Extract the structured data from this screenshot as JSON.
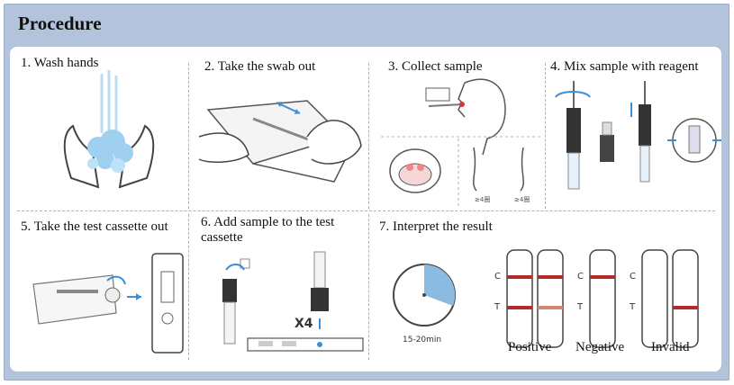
{
  "title": "Procedure",
  "steps": [
    {
      "label": "1. Wash hands"
    },
    {
      "label": "2. Take the swab out"
    },
    {
      "label": "3. Collect sample"
    },
    {
      "label": "4. Mix sample with reagent"
    },
    {
      "label": "5. Take the test cassette out"
    },
    {
      "label": "6. Add sample to the test cassette"
    },
    {
      "label": "7. Interpret the result"
    }
  ],
  "timer": {
    "label": "15-20min"
  },
  "nostril_marks": [
    "≥4圈",
    "≥4圈"
  ],
  "multiplier": "X4",
  "results": {
    "c_mark": "C",
    "t_mark": "T",
    "positive": "Positive",
    "negative": "Negative",
    "invalid": "Invalid"
  },
  "colors": {
    "frame": "#b4c3dc",
    "line": "#b22a2a",
    "faint_line": "#d4866a",
    "foam": "#9fd0ef",
    "timer": "#8bbbe0"
  }
}
